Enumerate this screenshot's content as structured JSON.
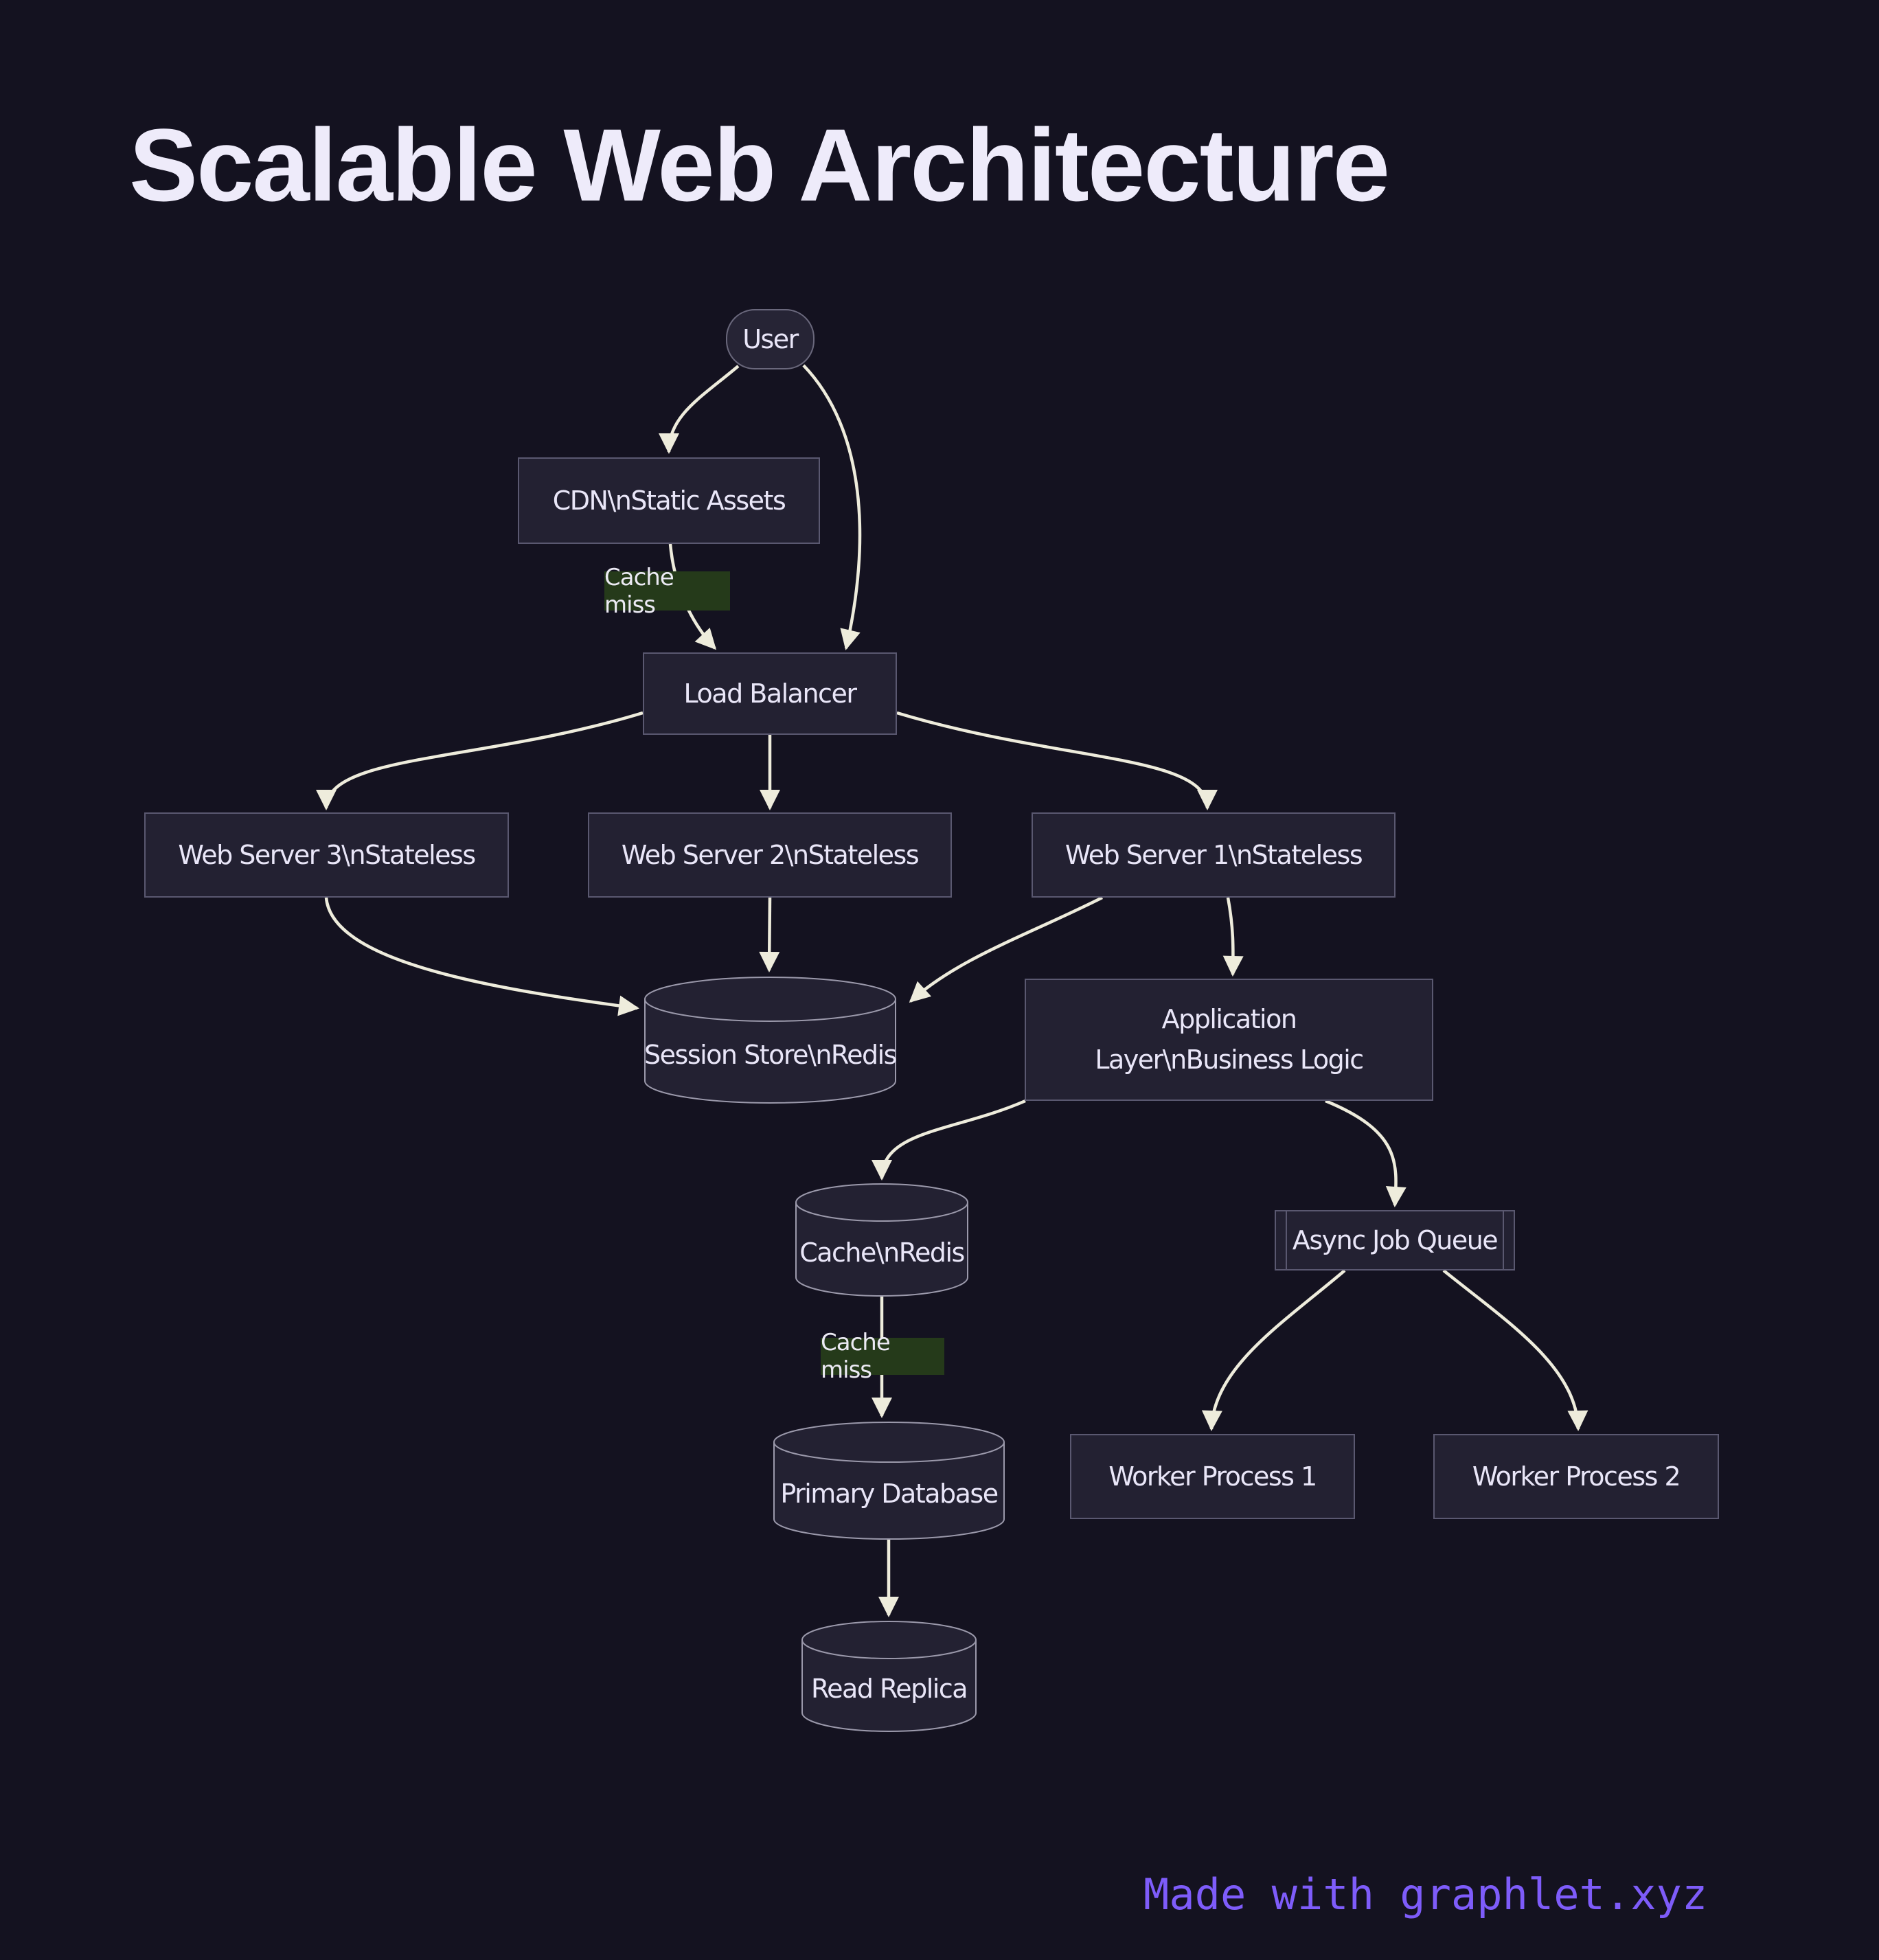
{
  "title": "Scalable Web Architecture",
  "nodes": {
    "user": {
      "label": "User",
      "shape": "stadium"
    },
    "cdn": {
      "label": "CDN\\nStatic Assets",
      "shape": "rect"
    },
    "load_balancer": {
      "label": "Load Balancer",
      "shape": "rect"
    },
    "web_server_3": {
      "label": "Web Server 3\\nStateless",
      "shape": "rect"
    },
    "web_server_2": {
      "label": "Web Server 2\\nStateless",
      "shape": "rect"
    },
    "web_server_1": {
      "label": "Web Server 1\\nStateless",
      "shape": "rect"
    },
    "session_store": {
      "label": "Session Store\\nRedis",
      "shape": "cylinder"
    },
    "application_layer": {
      "label": "Application Layer\\nBusiness Logic",
      "shape": "rect"
    },
    "cache": {
      "label": "Cache\\nRedis",
      "shape": "cylinder"
    },
    "async_job_queue": {
      "label": "Async Job Queue",
      "shape": "subroutine"
    },
    "primary_database": {
      "label": "Primary Database",
      "shape": "cylinder"
    },
    "worker_process_1": {
      "label": "Worker Process 1",
      "shape": "rect"
    },
    "worker_process_2": {
      "label": "Worker Process 2",
      "shape": "rect"
    },
    "read_replica": {
      "label": "Read Replica",
      "shape": "cylinder"
    }
  },
  "edges": [
    {
      "from": "user",
      "to": "cdn"
    },
    {
      "from": "user",
      "to": "load_balancer"
    },
    {
      "from": "cdn",
      "to": "load_balancer",
      "label": "Cache miss"
    },
    {
      "from": "load_balancer",
      "to": "web_server_3"
    },
    {
      "from": "load_balancer",
      "to": "web_server_2"
    },
    {
      "from": "load_balancer",
      "to": "web_server_1"
    },
    {
      "from": "web_server_3",
      "to": "session_store"
    },
    {
      "from": "web_server_2",
      "to": "session_store"
    },
    {
      "from": "web_server_1",
      "to": "session_store"
    },
    {
      "from": "web_server_1",
      "to": "application_layer"
    },
    {
      "from": "application_layer",
      "to": "cache"
    },
    {
      "from": "application_layer",
      "to": "async_job_queue"
    },
    {
      "from": "cache",
      "to": "primary_database",
      "label": "Cache miss"
    },
    {
      "from": "async_job_queue",
      "to": "worker_process_1"
    },
    {
      "from": "async_job_queue",
      "to": "worker_process_2"
    },
    {
      "from": "primary_database",
      "to": "read_replica"
    }
  ],
  "edge_labels": {
    "cdn_to_lb": "Cache miss",
    "cache_to_db": "Cache miss"
  },
  "footer": "Made with graphlet.xyz",
  "colors": {
    "background": "#141220",
    "node_fill": "#232132",
    "node_border": "#5a5870",
    "cylinder_border": "#9b99ab",
    "node_text": "#e9e6f8",
    "title_text": "#eeebfa",
    "arrow": "#eeecdc",
    "edge_label_background": "#253a1a",
    "footer_text": "#7e5cfa"
  }
}
